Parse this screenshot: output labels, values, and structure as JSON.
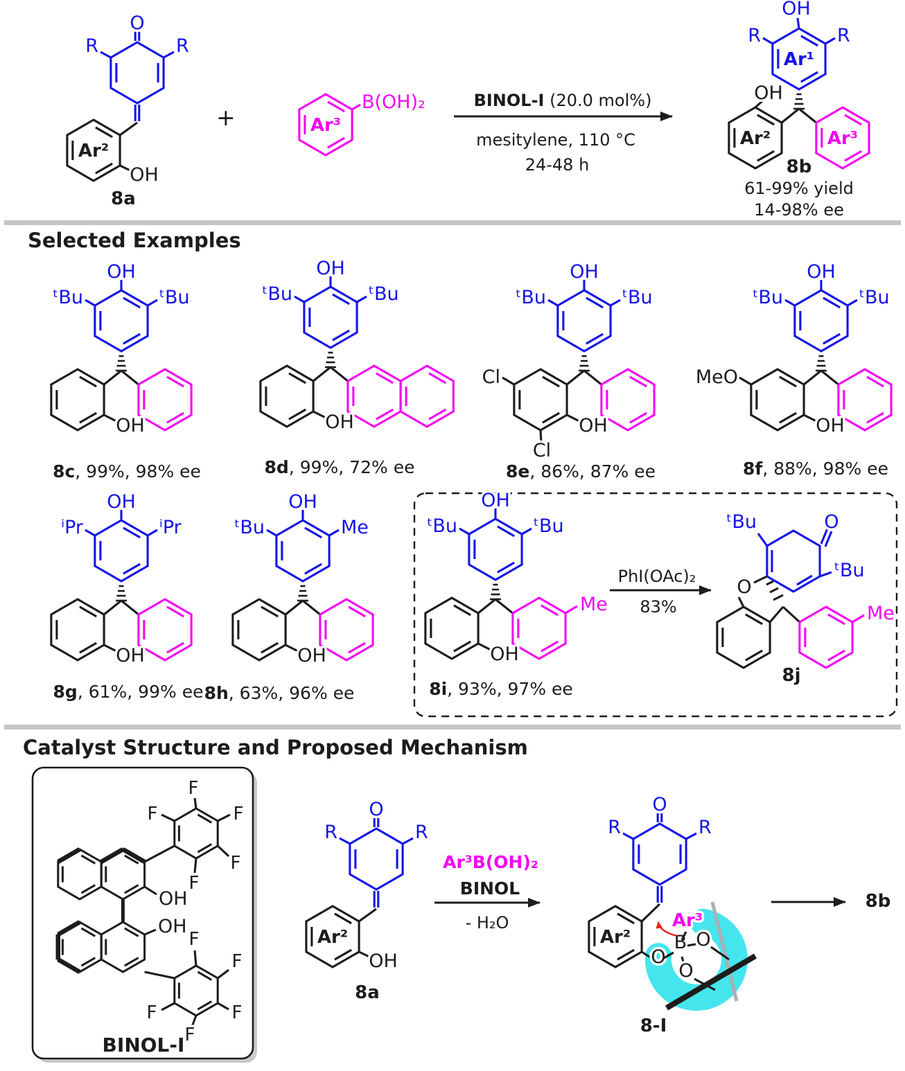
{
  "colors": {
    "blue": "#1414e6",
    "magenta": "#f207f2",
    "black": "#1c1c1c",
    "red": "#e8271c",
    "cyan_highlight": "#2be1ea",
    "divider_gray": "#c5c5c8",
    "shadow_gray": "#c9c9cd"
  },
  "top": {
    "qm8a": {
      "o": "O",
      "r_left": "R",
      "r_right": "R",
      "ar2": "Ar²",
      "oh": "OH",
      "label": "8a"
    },
    "plus": "+",
    "boron": {
      "ar3": "Ar³",
      "group": "B(OH)₂"
    },
    "cond": {
      "cat": "BINOL-I",
      "cat_rest": " (20.0 mol%)",
      "solvent": "mesitylene,  110 °C",
      "time": "24-48 h"
    },
    "prod": {
      "oh_top": "OH",
      "r_left": "R",
      "r_right": "R",
      "ar1": "Ar¹",
      "oh_side": "OH",
      "ar2": "Ar²",
      "ar3": "Ar³",
      "label": "8b",
      "yield": "61-99% yield",
      "ee": "14-98% ee"
    }
  },
  "examples": {
    "title": "Selected Examples",
    "c8c": {
      "id": "8c",
      "res": ", 99%, 98% ee",
      "oh_top": "OH",
      "left": "ᵗBu",
      "right": "ᵗBu",
      "oh": "OH"
    },
    "c8d": {
      "id": "8d",
      "res": ", 99%, 72% ee",
      "oh_top": "OH",
      "left": "ᵗBu",
      "right": "ᵗBu",
      "oh": "OH"
    },
    "c8e": {
      "id": "8e",
      "res": ", 86%, 87% ee",
      "oh_top": "OH",
      "left": "ᵗBu",
      "right": "ᵗBu",
      "oh": "OH",
      "cl1": "Cl",
      "cl2": "Cl"
    },
    "c8f": {
      "id": "8f",
      "res": ", 88%, 98% ee",
      "oh_top": "OH",
      "left": "ᵗBu",
      "right": "ᵗBu",
      "oh": "OH",
      "meo": "MeO"
    },
    "c8g": {
      "id": "8g",
      "res": ", 61%, 99% ee",
      "oh_top": "OH",
      "left": "ⁱPr",
      "right": "ⁱPr",
      "oh": "OH"
    },
    "c8h": {
      "id": "8h",
      "res": ", 63%, 96% ee",
      "oh_top": "OH",
      "left": "ᵗBu",
      "right": "Me",
      "oh": "OH"
    },
    "c8i": {
      "id": "8i",
      "res": ", 93%, 97% ee",
      "oh_top": "OH",
      "left": "ᵗBu",
      "right": "ᵗBu",
      "oh": "OH",
      "me": "Me"
    },
    "boxed": {
      "reagent": "PhI(OAc)₂",
      "yield": "83%"
    },
    "c8j": {
      "id": "8j",
      "tbu1": "ᵗBu",
      "o_ket": "O",
      "tbu2": "ᵗBu",
      "o_ring": "O",
      "me": "Me"
    }
  },
  "mech": {
    "title": "Catalyst Structure and Proposed Mechanism",
    "catalyst": {
      "label": "BINOL-I",
      "oh1": "OH",
      "oh2": "OH",
      "f": "F"
    },
    "qm8a": {
      "o": "O",
      "r_left": "R",
      "r_right": "R",
      "ar2": "Ar²",
      "oh": "OH",
      "label": "8a"
    },
    "arrow": {
      "reagent": "Ar³B(OH)₂",
      "cat": "BINOL",
      "byproduct": "- H₂O"
    },
    "inter": {
      "o": "O",
      "r_left": "R",
      "r_right": "R",
      "ar2": "Ar²",
      "ar3": "Ar³",
      "b": "B",
      "o1": "O",
      "o2": "O",
      "o3": "O",
      "label": "8-I"
    },
    "to": "8b"
  }
}
